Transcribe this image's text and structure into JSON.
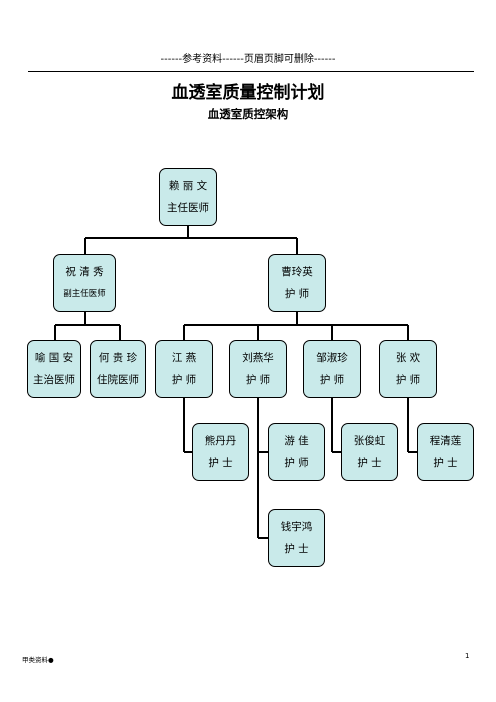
{
  "header": {
    "text": "------参考资料------页眉页脚可删除------"
  },
  "title": "血透室质量控制计划",
  "subtitle": "血透室质控架构",
  "nodes": {
    "lai": {
      "name": "赖 丽 文",
      "role": "主任医师"
    },
    "zhu": {
      "name": "祝 清 秀",
      "role": "副主任医师"
    },
    "cao": {
      "name": "曹玲英",
      "role": "护   师"
    },
    "yu": {
      "name": "喻 国 安",
      "role": "主治医师"
    },
    "he": {
      "name": "何 贵 珍",
      "role": "住院医师"
    },
    "jiang": {
      "name": "江   燕",
      "role": "护   师"
    },
    "liu": {
      "name": "刘燕华",
      "role": "护   师"
    },
    "zou": {
      "name": "邹淑珍",
      "role": "护   师"
    },
    "zhang": {
      "name": "张   欢",
      "role": "护   师"
    },
    "xiong": {
      "name": "熊丹丹",
      "role": "护   士"
    },
    "you": {
      "name": "游   佳",
      "role": "护   师"
    },
    "zhangjh": {
      "name": "张俊虹",
      "role": "护   士"
    },
    "cheng": {
      "name": "程清莲",
      "role": "护   士"
    },
    "qian": {
      "name": "钱宇鸿",
      "role": "护   士"
    }
  },
  "footer": {
    "left": "甲类资料●",
    "page": "1"
  }
}
